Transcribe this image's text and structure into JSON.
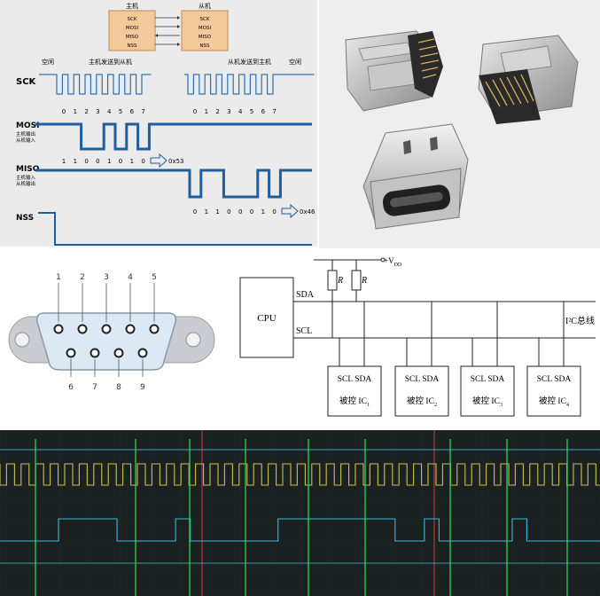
{
  "spi": {
    "master": "主机",
    "slave": "从机",
    "signals": [
      "SCK",
      "MOSI",
      "MISO",
      "NSS"
    ],
    "idle": "空闲",
    "master_send": "主机发送到从机",
    "slave_send": "从机发送到主机",
    "sck_label": "SCK",
    "mosi_label": "MOSI",
    "mosi_sub1": "主机输出",
    "mosi_sub2": "从机输入",
    "miso_label": "MISO",
    "miso_sub1": "主机输入",
    "miso_sub2": "从机输出",
    "nss_label": "NSS",
    "bit_indices": [
      "0",
      "1",
      "2",
      "3",
      "4",
      "5",
      "6",
      "7"
    ],
    "mosi_bits": [
      "1",
      "1",
      "0",
      "0",
      "1",
      "0",
      "1",
      "0"
    ],
    "mosi_hex": "0x53",
    "miso_bits": [
      "0",
      "1",
      "1",
      "0",
      "0",
      "0",
      "1",
      "0"
    ],
    "miso_hex": "0x46"
  },
  "db9": {
    "top_pins": [
      "1",
      "2",
      "3",
      "4",
      "5"
    ],
    "bottom_pins": [
      "6",
      "7",
      "8",
      "9"
    ],
    "colors": {
      "shell": "#c9ccd0",
      "face": "#dbe9f5"
    }
  },
  "i2c": {
    "vdd_prefix": "+V",
    "vdd_sub": "DD",
    "resistor": "R",
    "sda": "SDA",
    "scl": "SCL",
    "cpu": "CPU",
    "bus_label": "I²C总线",
    "ic_pins": "SCL SDA",
    "ic_label_prefix": "被控 IC",
    "ic_subs": [
      "1",
      "2",
      "3",
      "4"
    ]
  },
  "scope": {
    "colors": {
      "background": "#1b2121",
      "clock": "#c9c14f",
      "data": "#3fb7d6",
      "marker": "#2fd15a",
      "cursor": "#d23b3b"
    }
  }
}
